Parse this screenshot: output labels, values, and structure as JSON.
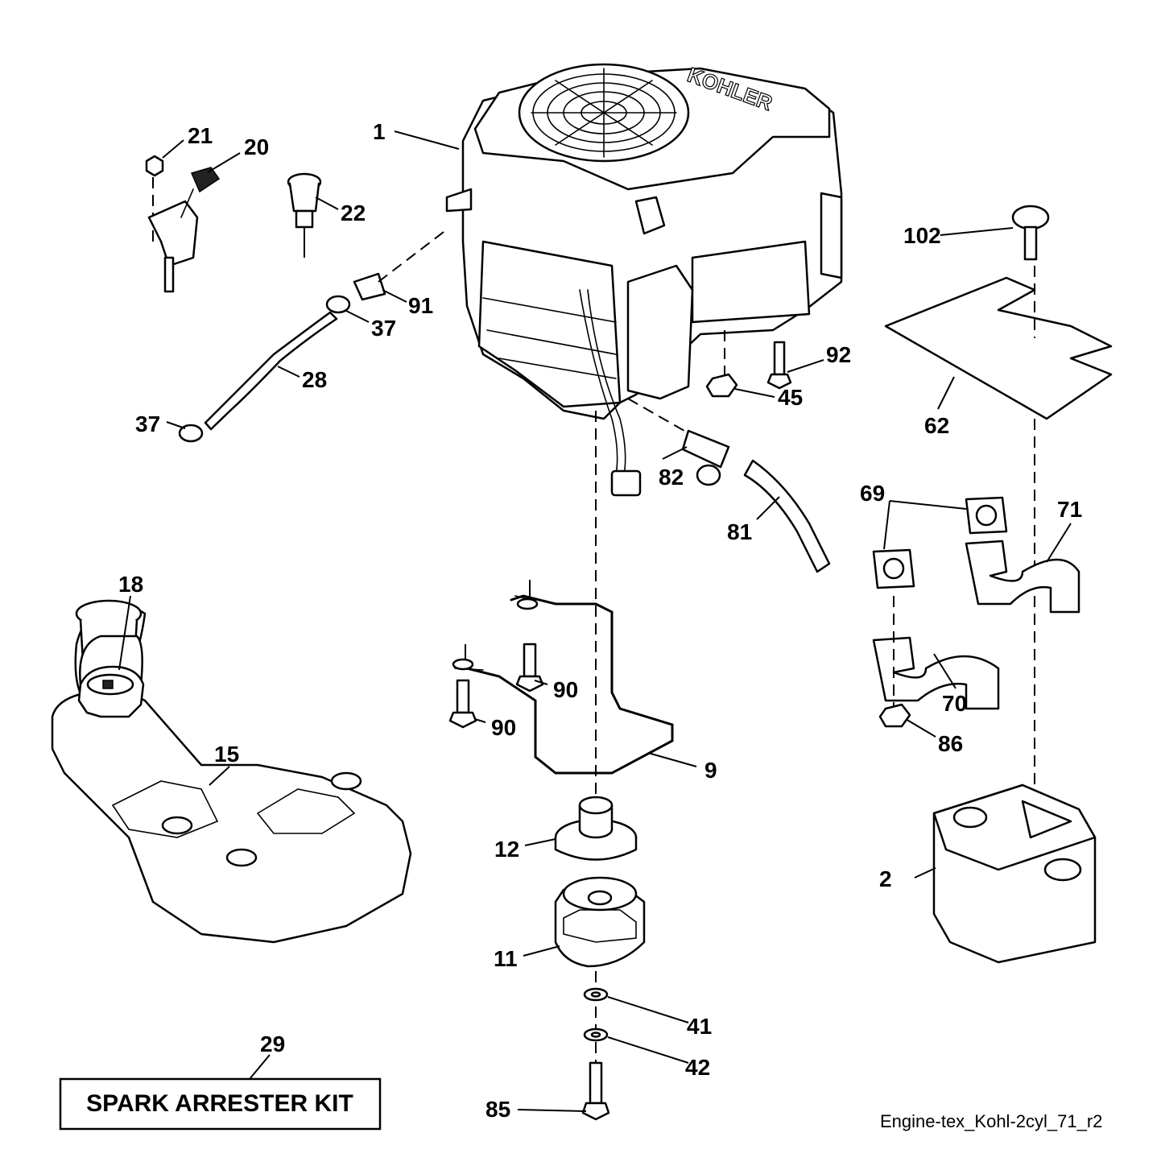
{
  "callouts": {
    "c1": "1",
    "c2": "2",
    "c9": "9",
    "c11": "11",
    "c12": "12",
    "c15": "15",
    "c18": "18",
    "c20": "20",
    "c21": "21",
    "c22": "22",
    "c28": "28",
    "c29": "29",
    "c37a": "37",
    "c37b": "37",
    "c41": "41",
    "c42": "42",
    "c45": "45",
    "c62": "62",
    "c69": "69",
    "c70": "70",
    "c71": "71",
    "c81": "81",
    "c82": "82",
    "c85": "85",
    "c86": "86",
    "c90a": "90",
    "c90b": "90",
    "c91": "91",
    "c92": "92",
    "c102": "102"
  },
  "kit_box": {
    "label": "SPARK ARRESTER KIT"
  },
  "engine_logo": "KOHLER",
  "footer": {
    "drawing_id": "Engine-tex_Kohl-2cyl_71_r2"
  }
}
